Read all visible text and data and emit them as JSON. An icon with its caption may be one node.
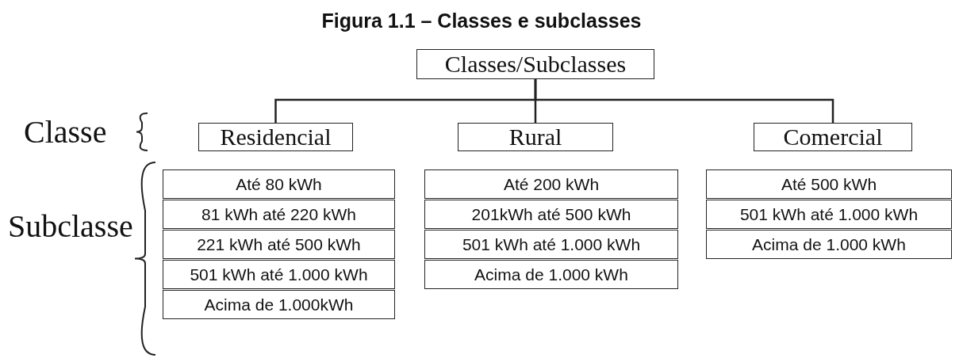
{
  "diagram": {
    "title": "Figura 1.1 – Classes e subclasses",
    "nodes": [
      {
        "text": [
          "Classes/Subclasses"
        ]
      },
      {
        "text": [
          "Residencial"
        ]
      },
      {
        "text": [
          "Rural"
        ]
      },
      {
        "text": [
          "Comercial"
        ]
      },
      {
        "text": [
          "Até 80 kWh"
        ]
      },
      {
        "text": [
          "81 kWh até 220 kWh"
        ]
      },
      {
        "text": [
          "221 kWh até 500 kWh"
        ]
      },
      {
        "text": [
          "501 kWh até 1.000 kWh"
        ]
      },
      {
        "text": [
          "Acima de 1.000kWh"
        ]
      },
      {
        "text": [
          "Até 200 kWh"
        ]
      },
      {
        "text": [
          "201kWh até 500 kWh"
        ]
      },
      {
        "text": [
          "501 kWh até 1.000 kWh"
        ]
      },
      {
        "text": [
          "Acima de 1.000 kWh"
        ]
      },
      {
        "text": [
          "Até 500 kWh"
        ]
      },
      {
        "text": [
          "501 kWh até 1.000 kWh"
        ]
      },
      {
        "text": [
          "Acima de 1.000 kWh"
        ]
      }
    ],
    "edges": [
      {
        "from": 0,
        "to": 1,
        "arrow": "none"
      },
      {
        "from": 0,
        "to": 2,
        "arrow": "none"
      },
      {
        "from": 0,
        "to": 3,
        "arrow": "none"
      }
    ],
    "labels": [
      "Classe",
      "Subclasse"
    ]
  }
}
